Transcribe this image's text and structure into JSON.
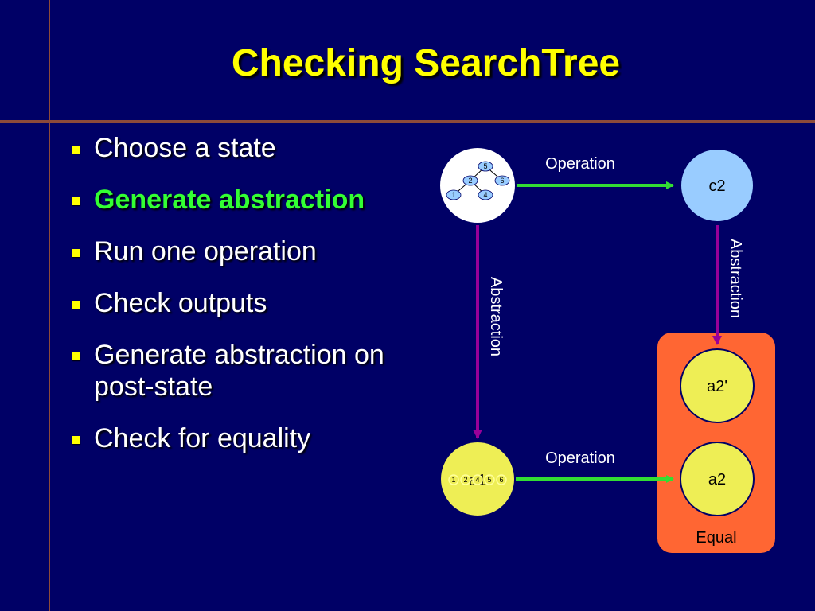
{
  "title": "Checking SearchTree",
  "bullets": [
    {
      "text": "Choose a state",
      "highlight": false
    },
    {
      "text": "Generate abstraction",
      "highlight": true
    },
    {
      "text": "Run one operation",
      "highlight": false
    },
    {
      "text": "Check outputs",
      "highlight": false
    },
    {
      "text": "Generate abstraction on post-state",
      "highlight": false
    },
    {
      "text": "Check for equality",
      "highlight": false
    }
  ],
  "diagram": {
    "tree_values": [
      "5",
      "2",
      "6",
      "1",
      "4"
    ],
    "a1_label": "a1",
    "a1_sequence": [
      "1",
      "2",
      "4",
      "5",
      "6"
    ],
    "c2_label": "c2",
    "a2_prime_label": "a2'",
    "a2_label": "a2",
    "op_top_label": "Operation",
    "op_bottom_label": "Operation",
    "abs_left_label": "Abstraction",
    "abs_right_label": "Abstraction",
    "equal_label": "Equal"
  },
  "colors": {
    "background": "#000066",
    "title": "#ffff00",
    "highlight": "#33ff33",
    "arrow_operation": "#33dd33",
    "arrow_abstraction": "#990099",
    "equal_box": "#ff6633",
    "c2_fill": "#99ccff",
    "a_fill": "#eeee55"
  }
}
